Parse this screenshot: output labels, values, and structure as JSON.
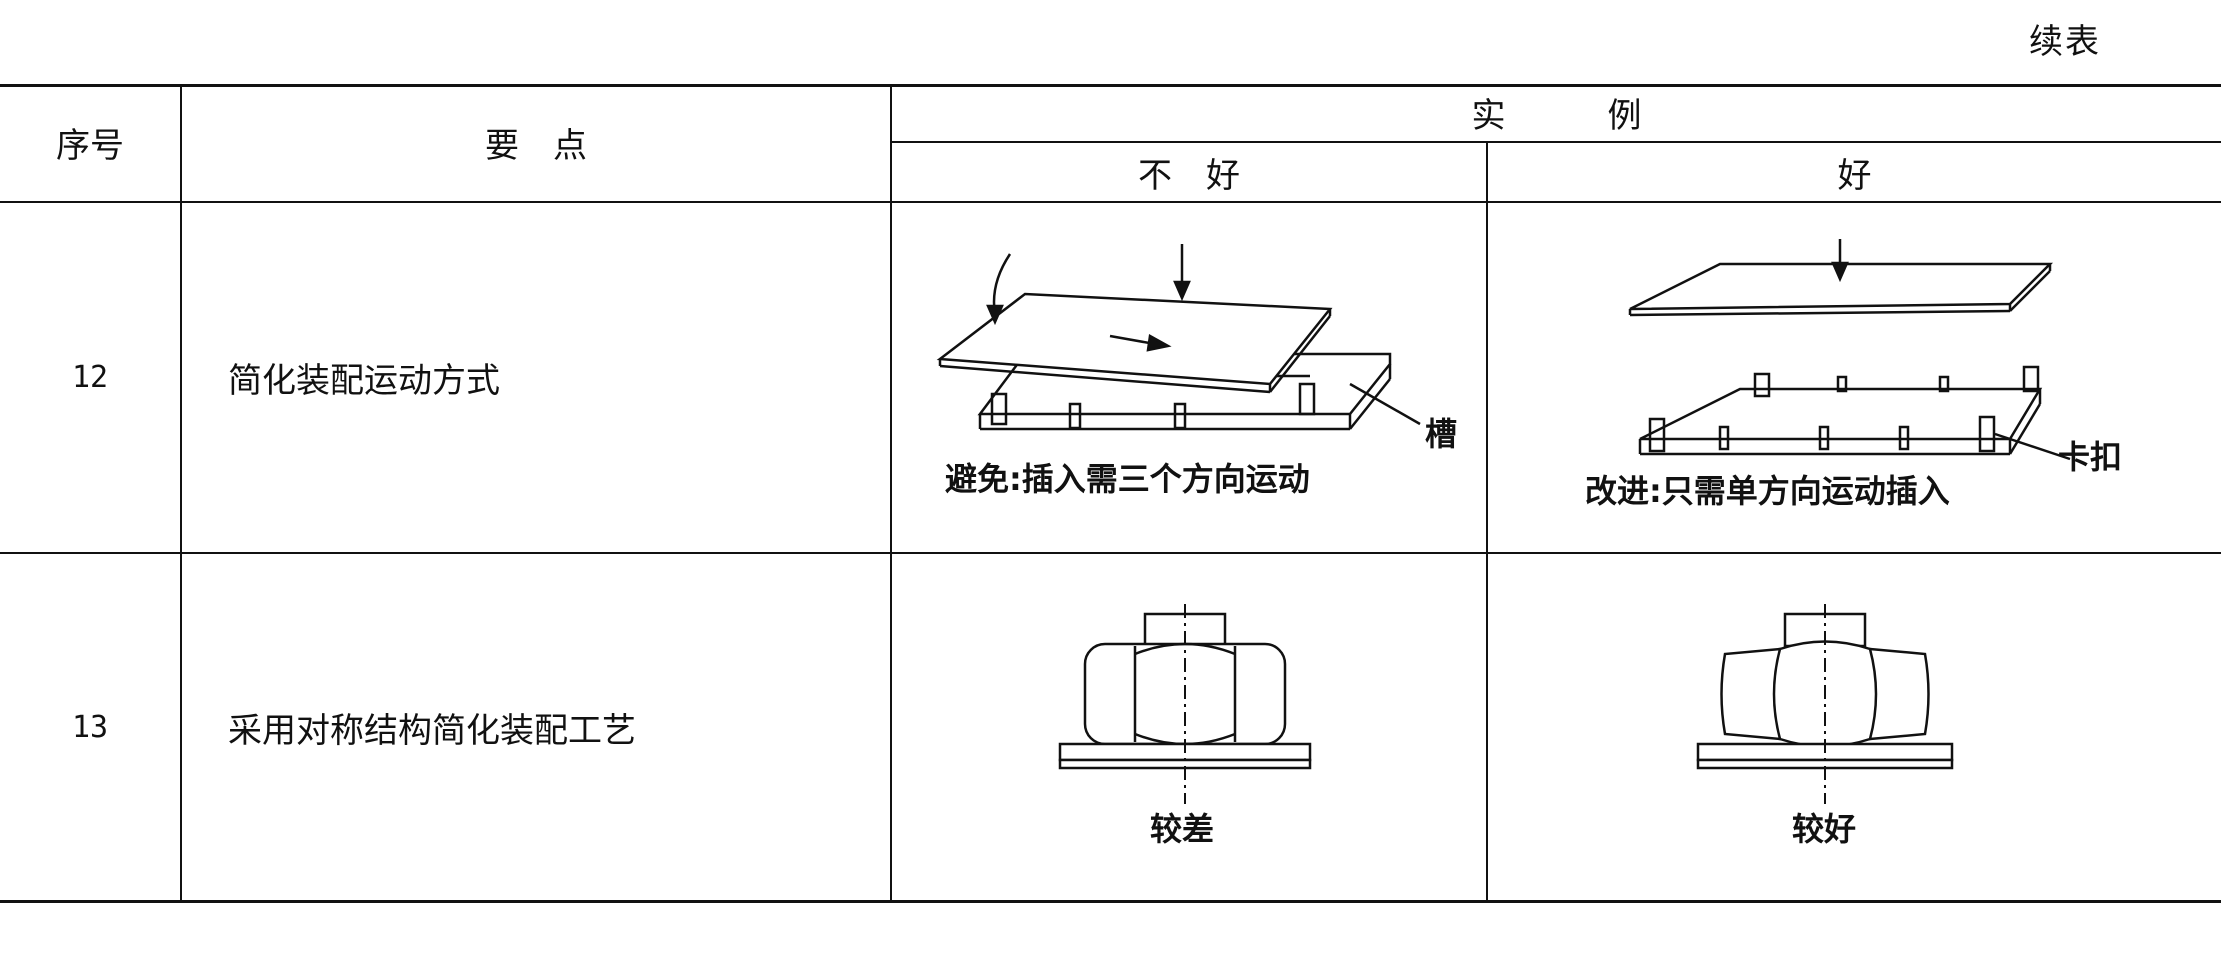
{
  "page": {
    "continued_label": "续表"
  },
  "table": {
    "headers": {
      "seq": "序号",
      "points": "要　点",
      "example": "实　　　例",
      "bad": "不　好",
      "good": "好"
    },
    "rows": [
      {
        "seq": "12",
        "point": "简化装配运动方式",
        "bad_caption": "避免:插入需三个方向运动",
        "bad_callout": "槽",
        "good_caption": "改进:只需单方向运动插入",
        "good_callout": "卡扣"
      },
      {
        "seq": "13",
        "point": "采用对称结构简化装配工艺",
        "bad_caption": "较差",
        "good_caption": "较好"
      }
    ]
  }
}
